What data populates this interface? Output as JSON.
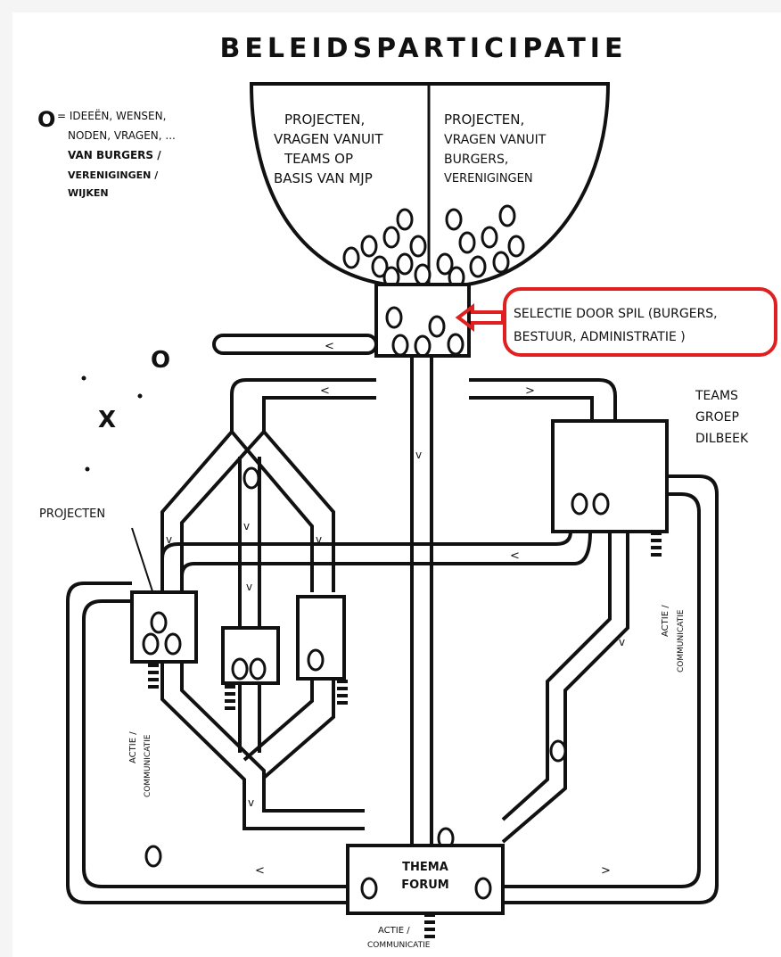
{
  "title": "BELEIDSPARTICIPATIE",
  "legend": {
    "symbol": "O",
    "lines": [
      "= IDEEËN, WENSEN,",
      "NODEN, VRAGEN, ...",
      "VAN BURGERS /",
      "VERENIGINGEN /",
      "WIJKEN"
    ]
  },
  "funnel": {
    "left_lines": [
      "PROJECTEN,",
      "VRAGEN VANUIT",
      "TEAMS OP",
      "BASIS VAN MJP"
    ],
    "right_lines": [
      "PROJECTEN,",
      "VRAGEN VANUIT",
      "BURGERS,",
      "VERENIGINGEN"
    ]
  },
  "selection_note": {
    "lines": [
      "SELECTIE DOOR SPIL (BURGERS,",
      "BESTUUR, ADMINISTRATIE )"
    ],
    "color": "#e02020"
  },
  "teams_label": [
    "TEAMS",
    "GROEP",
    "DILBEEK"
  ],
  "projects_label": "PROJECTEN",
  "thema_forum": [
    "THEMA",
    "FORUM"
  ],
  "actie_label": [
    "ACTIE /",
    "COMMUNICATIE"
  ],
  "stray_marks": [
    "O",
    "X"
  ],
  "colors": {
    "ink": "#111111",
    "paper": "#ffffff",
    "highlight": "#e02020"
  }
}
